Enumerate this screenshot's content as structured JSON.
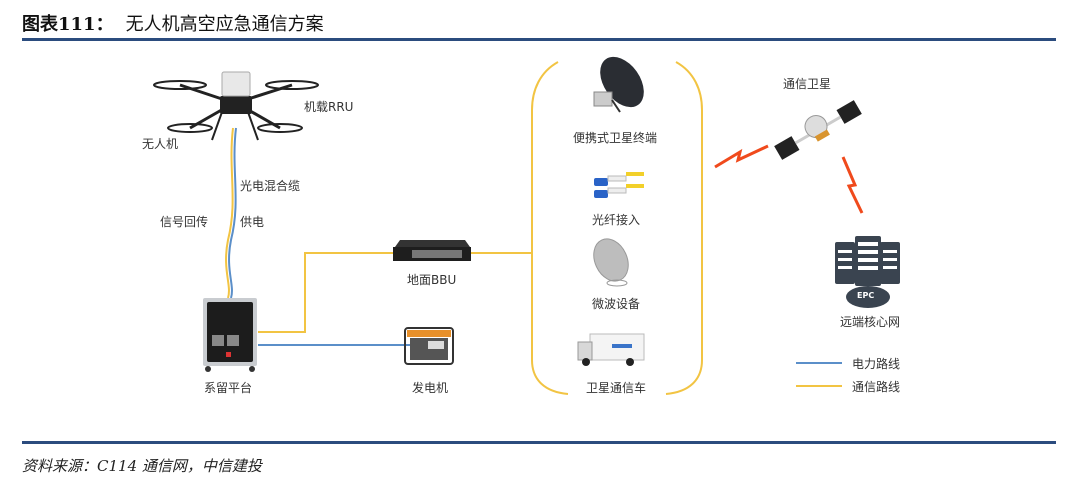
{
  "figure": {
    "number": "图表111：",
    "title": "无人机高空应急通信方案"
  },
  "labels": {
    "drone": "无人机",
    "airborne_rru": "机载RRU",
    "hybrid_cable": "光电混合缆",
    "signal_backhaul": "信号回传",
    "power_supply": "供电",
    "tether_platform": "系留平台",
    "ground_bbu": "地面BBU",
    "generator": "发电机",
    "portable_sat_terminal": "便携式卫星终端",
    "fiber_access": "光纤接入",
    "microwave_equipment": "微波设备",
    "sat_comm_vehicle": "卫星通信车",
    "comm_satellite": "通信卫星",
    "remote_core_network": "远端核心网",
    "epc": "EPC"
  },
  "legend": [
    {
      "label": "电力路线",
      "color": "#5b8fc9"
    },
    {
      "label": "通信路线",
      "color": "#f2c443"
    }
  ],
  "colors": {
    "rule": "#2b4c7e",
    "power_line": "#5b8fc9",
    "comm_line": "#f2c443",
    "lightning": "#f04a1c",
    "server": "#3a4450"
  },
  "source": "资料来源：C114 通信网，中信建投"
}
